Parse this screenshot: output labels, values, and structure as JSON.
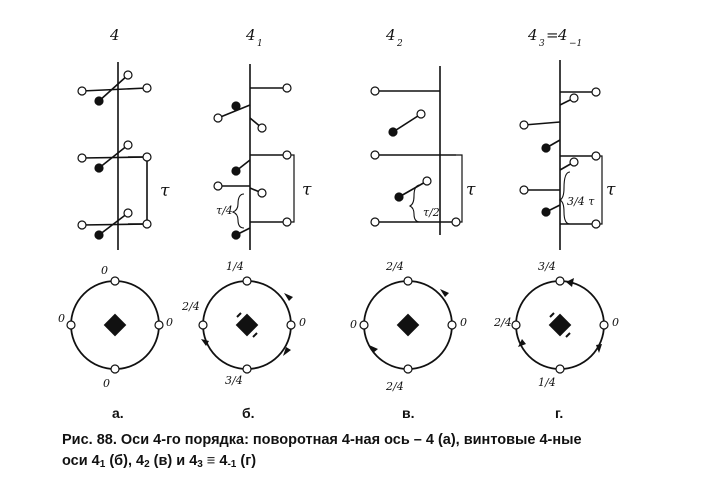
{
  "headers": {
    "a": "4",
    "b_main": "4",
    "b_sub": "1",
    "c_main": "4",
    "c_sub": "2",
    "d_main": "4",
    "d_sub": "3",
    "d_eq": "=",
    "d_main2": "4",
    "d_sub2": "−1"
  },
  "tau": "τ",
  "fractions": {
    "b_small": "τ/4",
    "c_small": "τ/2",
    "d_small": "3/4 τ"
  },
  "circle_labels": {
    "a": {
      "top": "0",
      "left": "0",
      "right": "0",
      "bottom": "0"
    },
    "b": {
      "top": "1/4",
      "left": "2/4",
      "right": "0",
      "bottom": "3/4"
    },
    "c": {
      "top": "2/4",
      "left": "0",
      "right": "0",
      "bottom": "2/4"
    },
    "d": {
      "top": "3/4",
      "left": "2/4",
      "right": "0",
      "bottom": "1/4"
    }
  },
  "panel_labels": {
    "a": "а.",
    "b": "б.",
    "c": "в.",
    "d": "г."
  },
  "caption": {
    "line1": "Рис. 88. Оси 4-го порядка: поворотная 4-ная ось – 4 (а), винтовые 4-ные",
    "line2_pre": "оси 4",
    "line2_sub1": "1",
    "line2_mid1": " (б), 4",
    "line2_sub2": "2",
    "line2_mid2": " (в) и 4",
    "line2_sub3": "3",
    "line2_mid3": " ≡ 4",
    "line2_sub4": "-1",
    "line2_end": " (г)"
  }
}
